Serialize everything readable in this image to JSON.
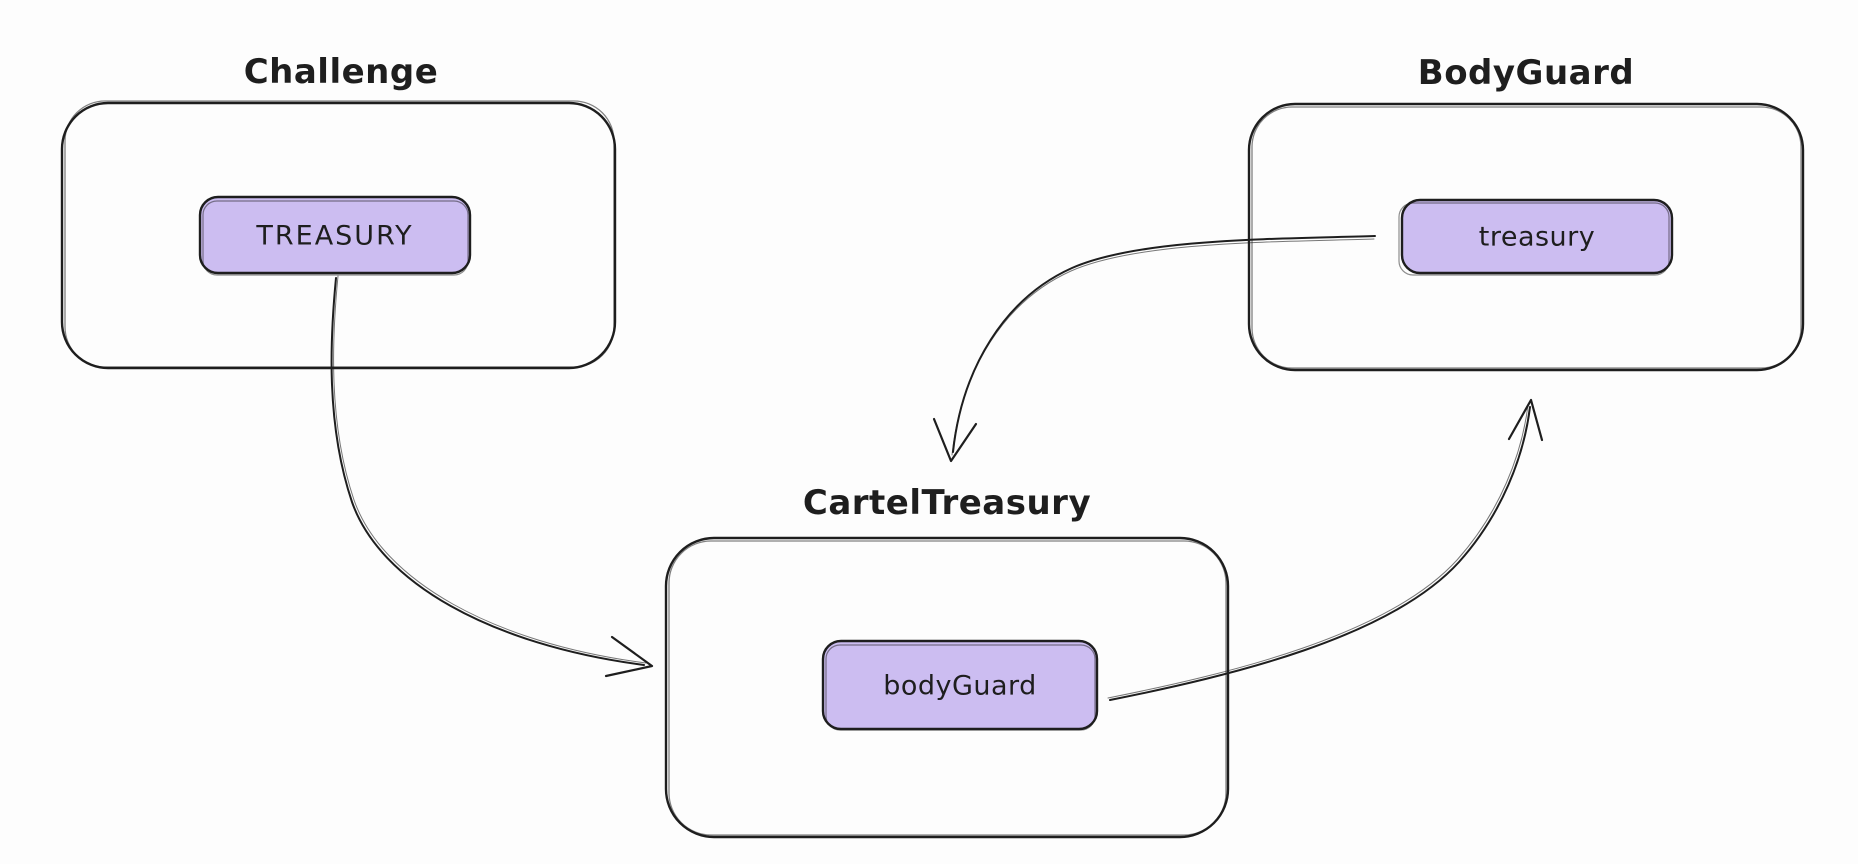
{
  "diagram": {
    "background_color": "#fdfdfd",
    "stroke_color": "#1e1e1e",
    "field_fill_color": "#ccbdf1",
    "text_color": "#1e1e1e",
    "nodes": [
      {
        "title": "Challenge",
        "field_label": "TREASURY"
      },
      {
        "title": "BodyGuard",
        "field_label": "treasury"
      },
      {
        "title": "CartelTreasury",
        "field_label": "bodyGuard"
      }
    ],
    "edges": [
      {
        "from": "Challenge.TREASURY",
        "to": "CartelTreasury"
      },
      {
        "from": "BodyGuard.treasury",
        "to": "CartelTreasury"
      },
      {
        "from": "CartelTreasury.bodyGuard",
        "to": "BodyGuard"
      }
    ]
  }
}
